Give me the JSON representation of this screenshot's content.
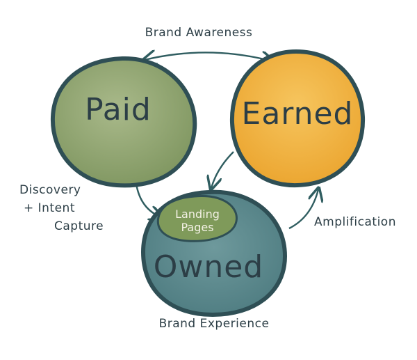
{
  "diagram": {
    "nodes": {
      "paid": {
        "label": "Paid",
        "color": "#8fa56d"
      },
      "earned": {
        "label": "Earned",
        "color": "#f2b640"
      },
      "owned": {
        "label": "Owned",
        "color": "#5c8a8e"
      },
      "landing": {
        "label_line1": "Landing",
        "label_line2": "Pages",
        "color": "#7f9a5a"
      }
    },
    "edges": {
      "paid_earned": "Brand Awareness",
      "paid_owned_line1": "Discovery",
      "paid_owned_line2": "+ Intent",
      "paid_owned_line3": "Capture",
      "owned_earned": "Amplification",
      "owned_bottom": "Brand Experience"
    },
    "outline_color": "#2f4f55",
    "ink_color": "#2c3e46"
  }
}
